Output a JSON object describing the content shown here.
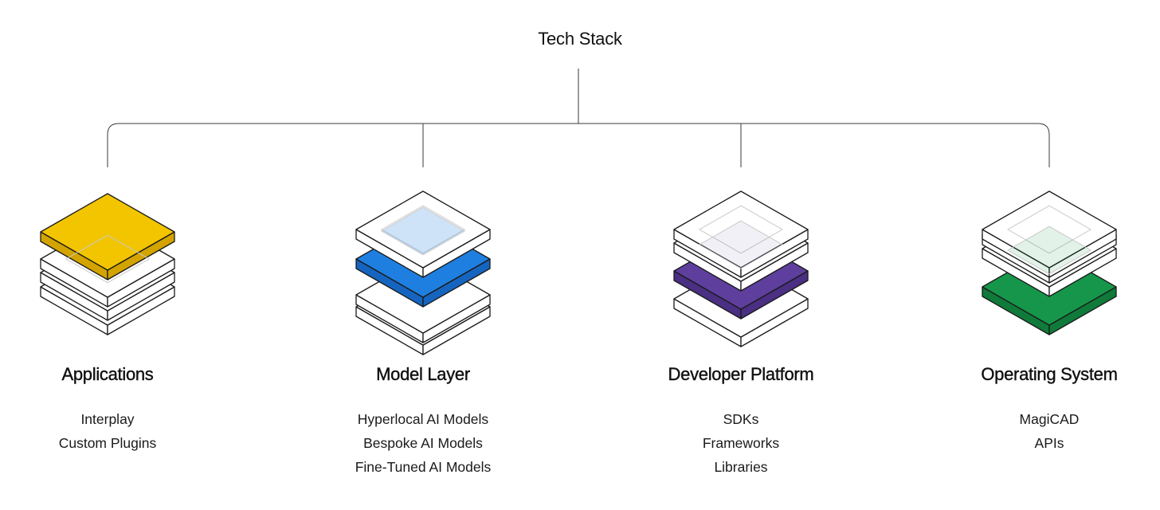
{
  "title": "Tech Stack",
  "columns": [
    {
      "title": "Applications",
      "items": [
        "Interplay",
        "Custom Plugins"
      ],
      "accent": "#f2c500",
      "accent_side": "#d3a400",
      "highlight_layer": 0
    },
    {
      "title": "Model Layer",
      "items": [
        "Hyperlocal AI Models",
        "Bespoke AI Models",
        "Fine-Tuned AI Models"
      ],
      "accent": "#1f7fe0",
      "accent_side": "#1565c0",
      "highlight_layer": 1
    },
    {
      "title": "Developer Platform",
      "items": [
        "SDKs",
        "Frameworks",
        "Libraries"
      ],
      "accent": "#5e3f9e",
      "accent_side": "#4a2f82",
      "highlight_layer": 2
    },
    {
      "title": "Operating System",
      "items": [
        "MagiCAD",
        "APIs"
      ],
      "accent": "#16964a",
      "accent_side": "#0f7a3a",
      "highlight_layer": 3
    }
  ]
}
